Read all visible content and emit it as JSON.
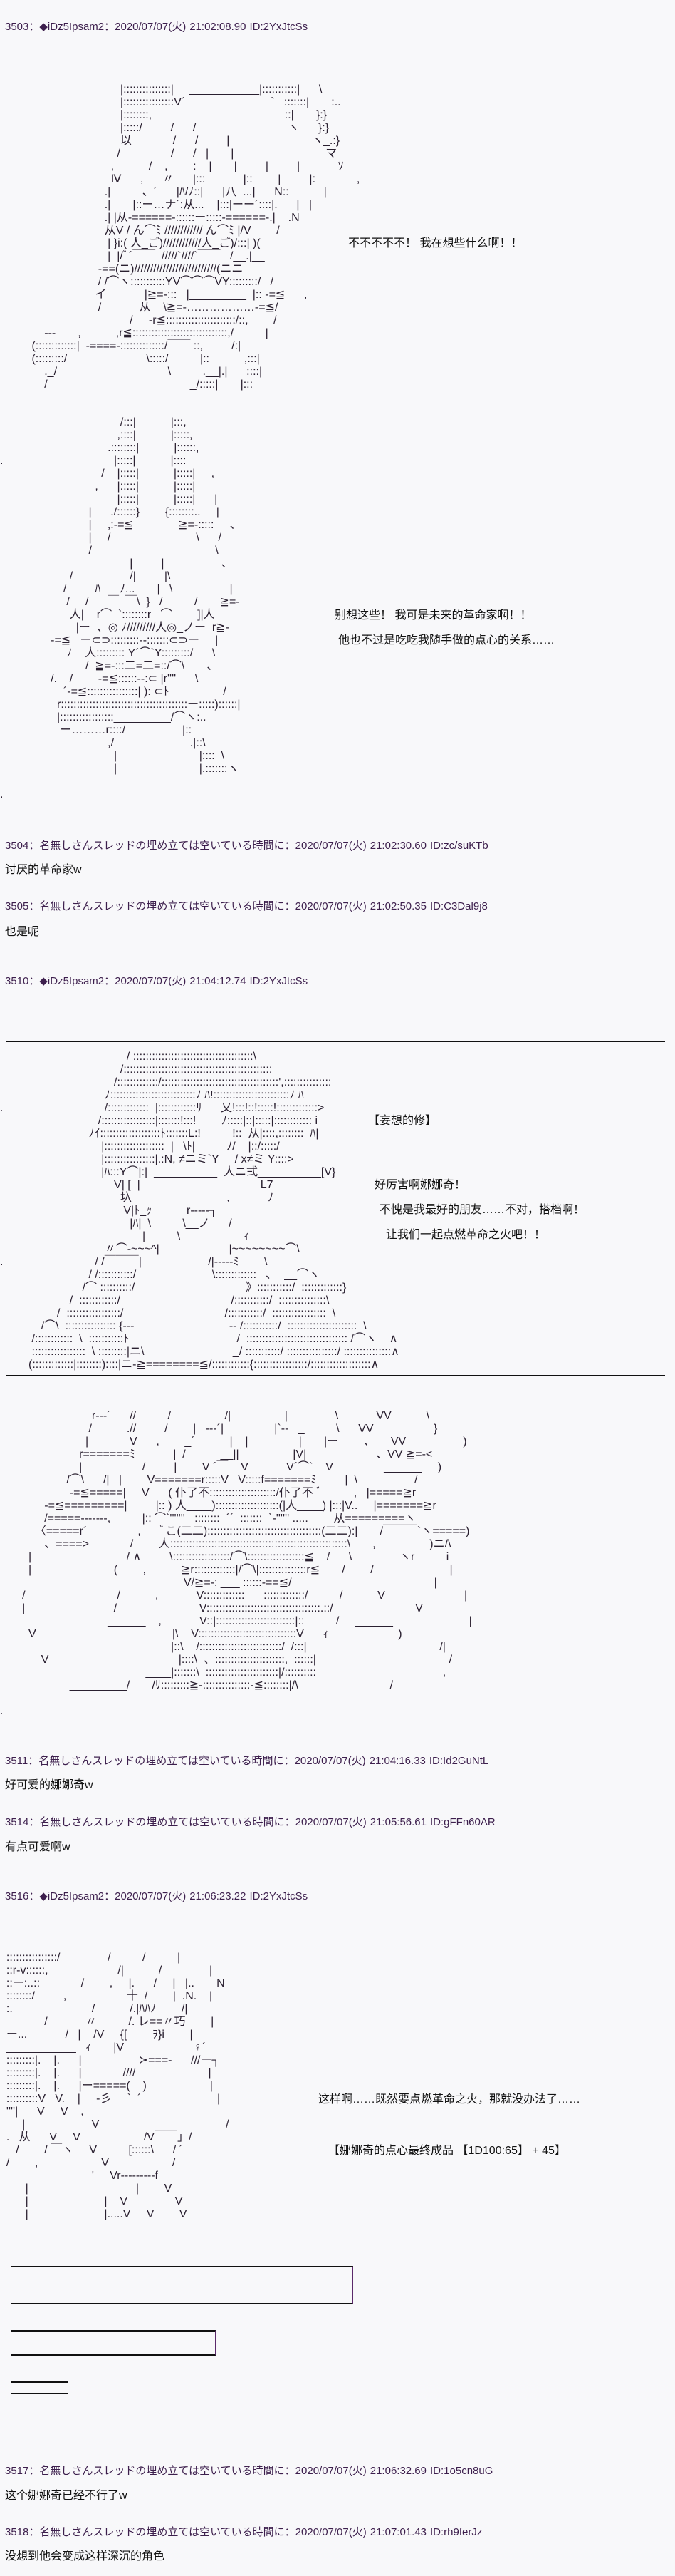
{
  "theme": {
    "background": "#f8f8fa",
    "header_text": "#3d1f4d",
    "body_text": "#111111",
    "rule": "#111111"
  },
  "labels": {
    "separator": "："
  },
  "posts": [
    {
      "number": "3503",
      "name": "◆iDz5Ipsam2",
      "date": "2020/07/07(火)",
      "time": "21:02:08.90",
      "id": "ID:2YxJtcSs",
      "aa": [
        [
          "                                      |:::::::::::::::|     ___________|:::::::::::|      \\",
          "                                      |::::::::::::::::V´                           `   :::::::|       :..",
          "                                      |::::::::,                                          ::|       }:}",
          "                                      |:::::/         /      /                             ヽ      }:}",
          "                                      以             /      /         |                          ヽ_.:}",
          "                                     /                /      /   |       |                             マ",
          "                                   ,           /    ,        :    |       |         |         |            ｿ",
          "                                   Ⅳ      ,      〃      |:::            |::        |         |:             ,",
          "                                 .|          、´      |ﾊ/ﾉ::|      |八_...|      N::           |",
          "                                 .|       |::ー…ナ´:从...    |:::|ーー´::::|.      |   |",
          "                                 .| |从-======-::::::ー:::::-======-.|    .N",
          "                                 从V / ん⌒ﾐ //////////// ん⌒ﾐ |/V        /",
          "                                  | }i:( 人_ご)////////////人_ご)/:::| )(",
          "                                  |  |/ﾞ´￣￣  /////`////`￣￣   /__.|__",
          "                               -==(ニ)//////////////////////////(ニニ____",
          "                               / /⌒ヽ:::::::::::YV⌒⌒⌒VY:::::::::/   /",
          "                              イ            |≧=-:::   |_________  |:: -=≦      ,",
          "                               /            从    \\≧=-………………-=≦/",
          "                                         /     -r≦::::::::::::::::::::::/::,        /",
          "              ---       ,           ,r≦::::::::::::::::::::::::::::::,/          |",
          "          (:::::::::::::|  -====-::::::::::::::/￣￣ ::,         /:|",
          "          (:::::::::/                         \\:::::/          |::           ,:::|",
          "              ._/                                   \\          .__|.|      ::::|",
          "              /                                             _/:::::|       |:::"
        ],
        [
          "                                      /:::|           |:::,",
          "                                     ,::::|           |:::::,",
          "                                  .::::::::|           |::::::,",
          ".                                   |:::::|           |::::",
          "                                /    |:::::|           |:::::|     ,",
          "                              ,      |:::::|           |:::::|",
          "                                     |:::::|           |:::::|      |",
          "                            |      ./::::::}        {::::::::..     |",
          "                            |     ,:-=≦_______≧=-:::::     、",
          "                            |     /                           \\      /",
          "                            /                                       \\",
          "                                         |         |                  、",
          "                      /                  /|         |\\",
          "                    /         ﾊ___ﾉ...       |   \\_____        |",
          "                     /     /      ￣  ￣\\  }   /_____/       ≧=-",
          "                      人|    r⌒  `::::::::r   ⌒        ]|人",
          "                        |ー  、◎ ﾉ/////////人◎_ノー  r≧-",
          "                -=≦   ー⊂⊃:::::::::--:::::::⊂⊃ー     |",
          "                     ﾉ    人::::::::: Y´⌒`Y:::::::::/      \\",
          "                           /  ≧=-:::二=二=::/⌒\\       、",
          "                /.    /        -=≦::::::--:⊂ |r''''      \\",
          "                    ´-=≦::::::::::::::::| ): ⊂ﾄ                 /",
          "                  r::::::::::::::::::::::::::::::::::::::::ー:::::)::::::|",
          "                  |:::::::::::::::::_________/⌒ヽ:..",
          "                   ー………r::::/                  |::",
          "                                  ,/                        .|::\\",
          "                                    |                          |::::  \\",
          "                                    |                          |.:::::::ヽ",
          "",
          "."
        ]
      ],
      "dialogue": [
        "不不不不不！ 我在想些什么啊！！",
        "别想这些！ 我可是未来的革命家啊！！",
        "他也不过是吃吃我随手做的点心的关系……"
      ]
    },
    {
      "number": "3504",
      "name": "名無しさんスレッドの埋め立ては空いている時間に",
      "date": "2020/07/07(火)",
      "time": "21:02:30.60",
      "id": "ID:zc/suKTb",
      "body": "讨厌的革命家w"
    },
    {
      "number": "3505",
      "name": "名無しさんスレッドの埋め立ては空いている時間に",
      "date": "2020/07/07(火)",
      "time": "21:02:50.35",
      "id": "ID:C3Dal9j8",
      "body": "也是呢"
    },
    {
      "number": "3510",
      "name": "◆iDz5Ipsam2",
      "date": "2020/07/07(火)",
      "time": "21:04:12.74",
      "id": "ID:2YxJtcSs",
      "aa": [
        [
          "                                        / ::::::::::::::::::::::::::::::::::::::\\",
          "                                      /:::::::::::::::::::::::::::::::::::::::::::::::",
          "                                    /:::::::::::::/:::::::::::::::::::::::::::::::::::::',:::::::::::::::",
          "                                 ﾉ:::::::::::::::::::::::::::ﾉ ﾊ!::::::::::::::::::::::::ﾉ ﾊ",
          ".                                /:::::::::::::  |::::::::::::ﾘ      乂!:::!::!:::::!:::::::::::::>",
          "                               /:::::::::::::::::|:::::::!:::!        ﾉ:::::|::|:::::|:::::::::::: i",
          "                            ﾉｲ:::::::::::::::::::ﾄ:::::::L:!          !::  从|::::,::::::::  ﾊ|",
          "                                |:::::::::::::::::::  |   \\ﾄ|          ﾉ/    |::/:::::/",
          "                                |::::::::::::::::|.:N, ≠ニミ`Y     / x≠ミ Y::::>",
          "                                |ﾊ:::Y⌒|:|  __________  人ニ弍__________[V}",
          "                                    V| [  |                                      L7",
          "                                      圦                              ,            ﾉ",
          "                                       V|ﾄ_ｯ           r‐‐‐‐‐┐",
          "                                         |ﾊ|  \\          \\__ノ      /",
          "                                             |          \\                    ｨ",
          "                                 〃⌒‐~~~^|                      |~~~~~~~~⌒\\",
          ".                             / /￣￣￣|                     /|‐‐‐‐‐ﾐ        \\",
          "                            / /:::::::::::/                        \\:::::::::::::   ､    __⌒ヽ",
          "                          /⌒ ::::::::::/                                   》:::::::::::/  :::::::::::::}",
          "                      /  ::::::::::::/                                   /:::::::::::/  :::::::::::::::\\",
          "                  /  :::::::::::::::::/                                /:::::::::::/  :::::::::::::::::  \\",
          "             /⌒\\  :::::::::::::::: {‐‐‐                              ‐‐ /:::::::::::/  ::::::::::::::::::::::  \\",
          "          /::::::::::::  \\  :::::::::::ﾄ                                  /  :::::::::::::::::::::::::::::::: /⌒ヽ__∧",
          "          :::::::::::::::::  \\ :::::::::|ニ\\                            _/ :::::::::::/ ::::::::::::::::/ :::::::::::::::∧",
          "         (:::::::::::::|::::::::)::::|ニ-≧========≦/::::::::::::{:::::::::::::::::/:::::::::::::::::::∧"
        ],
        [
          "                             r---´      //          /                 /|                 |               \\            VV           \\_",
          "                            /           .//         /        |   ---´|                |`--   _          \\      VV                   }",
          "                           |             V      ,        _´           |    |                |       |ー        、     VV                  )",
          "                         r=======ﾐ            |  /           __||                 |V|                      、VV ≧=-<",
          "                         |                   /         |        V ´￣    V            V´⌒`    V                ______     )",
          "                     /⌒\\___/|   |        V=======r:::::V   V:::::f=======ﾐ         |  \\_________/",
          "                      -=≦=====|     V      ( 仆了不:::::::::::::::::::::/仆了不 ﾞ          ,   |=====≧r",
          "              -=≦=========|         |:: ) 人____)::::::::::::::::::::(|人____) |:::|V..     |=======≧r",
          "              /=====-------,          |:: ⌒`'''''''   ::::::::  ´´  :::::::  `-'''''' .....        从=========ヽ",
          "           〈=====r´                ,      ﾞこ(二二)::::::::::::::::::::::::::::::::::::(二二):|       /￣￣￣`ヽ=====)",
          "              、====>             /        人::::::::::::::::::::::::::::::::::::::::::::::::::::::::\\       ,                 )ニ/\\",
          "         |        _____            / ∧         \\::::::::::::::::::/⌒\\::::::::::::::::::≦    /      \\_             ヽr          i",
          "         |                          (____,           ≧r:::::::::::::|/⌒\\|:::::::::::::::r≦       /____/                        |",
          "                                                          V/≧=-: ___ ::::::-==≦/                                             |",
          "       /                             /           ,            V:::::::::::::      :::::::::::::/          /           V                         |",
          "       |                            /                          V::::::::::::::::::::::::::::::::::::.::/                          V",
          "                                  ______    ,            V::|:::::::::::::::::::::::::|::          /     ______                        |",
          "         V                                           |\\    V:::::::::::::::::::::::::::::::V      ｨ                      )",
          "                                                      |::\\    /::::::::::::::::::::::::::/  /:::|                                          /|",
          "             V                                         |::::\\  、::::::::::::::::::::::,  ::::::|                                          /",
          "                                              ____|:::::::\\  :::::::::::::::::::::::|/::::::::::                                        ,",
          "                      _________/       /ﾘ:::::::::≧-:::::::::::::::-≦::::::::|/\\                             /",
          "",
          "."
        ]
      ],
      "scene_label": "【妄想的修】",
      "dialogue": [
        "好厉害啊娜娜奇！",
        "不愧是我最好的朋友……不对，搭档啊！",
        "让我们一起点燃革命之火吧！！"
      ]
    },
    {
      "number": "3511",
      "name": "名無しさんスレッドの埋め立ては空いている時間に",
      "date": "2020/07/07(火)",
      "time": "21:04:16.33",
      "id": "ID:Id2GuNtL",
      "body": "好可爱的娜娜奇w"
    },
    {
      "number": "3514",
      "name": "名無しさんスレッドの埋め立ては空いている時間に",
      "date": "2020/07/07(火)",
      "time": "21:05:56.61",
      "id": "ID:gFFn60AR",
      "body": "有点可爱啊w"
    },
    {
      "number": "3516",
      "name": "◆iDz5Ipsam2",
      "date": "2020/07/07(火)",
      "time": "21:06:23.22",
      "id": "ID:2YxJtcSs",
      "aa": [
        [
          "  ::::::::::::::::/               /          /          |",
          "  ::r-v::::::,                      /|           /               |",
          "  ::ー:..::             /        ,     |.      /     |   |..       N",
          "  ::::::::/         ,                   十  /        |  .N.    |",
          "  :.                         /           /.|ﾊﾊﾉ        /|",
          "              /            〃          /. レ==〃巧        |",
          "  ー...            /   |    /V     {[        ｦ}i        |",
          "  ___________   ｨ       |V                      ♀´",
          "  :::::::::|.    |.      |                  ≻===-      ///ー┐",
          "  :::::::::|.    |.      |             ////                       |",
          "  :::::::::|.    |.      |ー=====(    )                    |",
          "  ::::::::::V   V.    |     -彡     `  ´                        |",
          "  ''''|      V     V    ,",
          "       |                     V                                        /",
          "  .   从      V     V                    /V￣￣」/",
          "     /        / ￣ヽ     V          [::::::\\___/ ´",
          "  /        ,                    V                    /",
          "                             '     Vr---------f",
          "        |                                  |        V",
          "        |                        |    V               V",
          "        |                        |.....V     V        V"
        ]
      ],
      "dialogue": [
        "这样啊……既然要点燃革命之火，那就没办法了……",
        "【娜娜奇的点心最终成品 【1D100:65】 + 45】"
      ],
      "speech_boxes": [
        "",
        "",
        ""
      ]
    },
    {
      "number": "3517",
      "name": "名無しさんスレッドの埋め立ては空いている時間に",
      "date": "2020/07/07(火)",
      "time": "21:06:32.69",
      "id": "ID:1o5cn8uG",
      "body": "这个娜娜奇已经不行了w"
    },
    {
      "number": "3518",
      "name": "名無しさんスレッドの埋め立ては空いている時間に",
      "date": "2020/07/07(火)",
      "time": "21:07:01.43",
      "id": "ID:rh9ferJz",
      "body": "没想到他会变成这样深沉的角色"
    }
  ]
}
